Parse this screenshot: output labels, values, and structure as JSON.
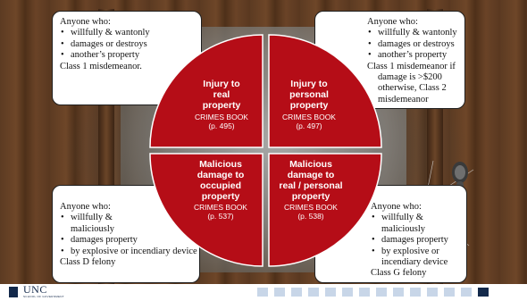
{
  "colors": {
    "quadrant_fill": "#b50d17",
    "quadrant_border": "#ffffff",
    "brand_navy": "#13294b",
    "footer_square": "#c8d6e8"
  },
  "boxes": {
    "top_left": {
      "lead": "Anyone who:",
      "items": [
        "willfully & wantonly",
        "damages or destroys",
        "another’s property"
      ],
      "tail": [
        "Class 1 misdemeanor."
      ]
    },
    "top_right": {
      "lead": "Anyone who:",
      "items": [
        "willfully & wantonly",
        "damages or destroys",
        "another’s property"
      ],
      "tail": [
        "Class 1 misdemeanor if",
        "damage is >$200",
        "otherwise, Class 2",
        "misdemeanor"
      ]
    },
    "bottom_left": {
      "lead": "Anyone who:",
      "items": [
        "willfully & maliciously",
        "damages property",
        "by explosive or incendiary device"
      ],
      "tail": [
        "Class D felony"
      ]
    },
    "bottom_right": {
      "lead": "Anyone who:",
      "items": [
        "willfully & maliciously",
        "damages property",
        "by explosive or incendiary device"
      ],
      "tail": [
        "Class G felony"
      ]
    }
  },
  "quadrants": {
    "top_left": {
      "title": [
        "Injury to",
        "real",
        "property"
      ],
      "ref": [
        "CRIMES BOOK",
        "(p. 495)"
      ]
    },
    "top_right": {
      "title": [
        "Injury to",
        "personal",
        "property"
      ],
      "ref": [
        "CRIMES BOOK",
        "(p. 497)"
      ]
    },
    "bottom_left": {
      "title": [
        "Malicious",
        "damage to",
        "occupied",
        "property"
      ],
      "ref": [
        "CRIMES BOOK",
        "(p. 537)"
      ]
    },
    "bottom_right": {
      "title": [
        "Malicious",
        "damage to",
        "real / personal",
        "property"
      ],
      "ref": [
        "CRIMES BOOK",
        "(p. 538)"
      ]
    }
  },
  "footer": {
    "logo_text": "UNC",
    "logo_subtext": "SCHOOL OF GOVERNMENT",
    "square_count": 14
  }
}
